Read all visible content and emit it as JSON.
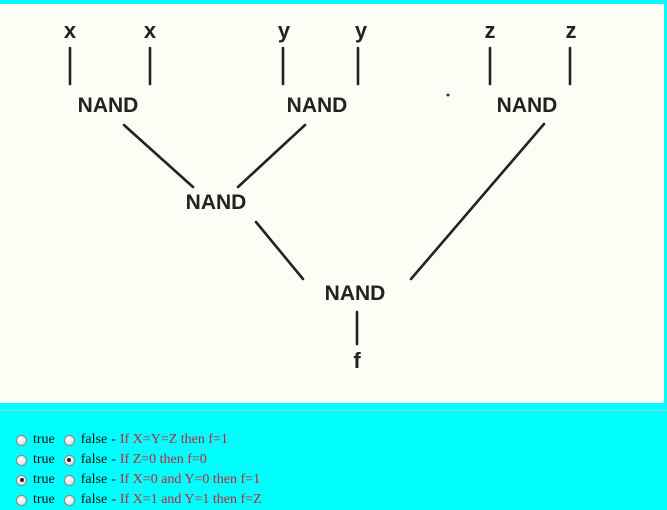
{
  "diagram": {
    "inputs": [
      "x",
      "x",
      "y",
      "y",
      "z",
      "z"
    ],
    "gate_label": "NAND",
    "output_label": "f"
  },
  "quiz": {
    "true_label": "true",
    "false_label": "false",
    "separator": "-",
    "questions": [
      {
        "statement": "If X=Y=Z then f=1",
        "selected": "none"
      },
      {
        "statement": "If Z=0 then f=0",
        "selected": "false"
      },
      {
        "statement": "If X=0 and Y=0 then f=1",
        "selected": "true"
      },
      {
        "statement": "If X=1 and Y=1 then f=Z",
        "selected": "none"
      }
    ]
  },
  "colors": {
    "page_background": "#00ffff",
    "diagram_background": "#fdfdf5",
    "statement_text": "#c0233a"
  }
}
